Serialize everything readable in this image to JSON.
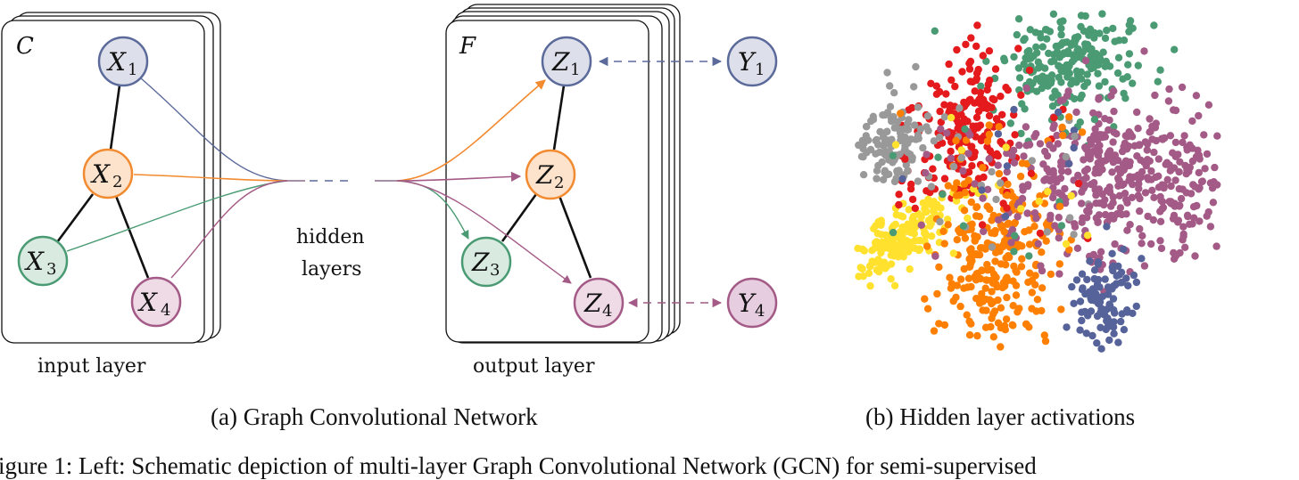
{
  "figure": {
    "input_panel": {
      "label": "C",
      "caption": "input layer",
      "nodes": [
        {
          "name": "X",
          "sub": "1",
          "color": "#5b6a9a",
          "fill": "#dde0ea"
        },
        {
          "name": "X",
          "sub": "2",
          "color": "#f28a30",
          "fill": "#fde3cc"
        },
        {
          "name": "X",
          "sub": "3",
          "color": "#4a9b73",
          "fill": "#d9ebe0"
        },
        {
          "name": "X",
          "sub": "4",
          "color": "#a45a86",
          "fill": "#eedbe6"
        }
      ]
    },
    "hidden": {
      "line1": "hidden",
      "line2": "layers"
    },
    "output_panel": {
      "label": "F",
      "caption": "output layer",
      "nodes": [
        {
          "name": "Z",
          "sub": "1",
          "color": "#5b6a9a",
          "fill": "#dde0ea"
        },
        {
          "name": "Z",
          "sub": "2",
          "color": "#f28a30",
          "fill": "#fde3cc"
        },
        {
          "name": "Z",
          "sub": "3",
          "color": "#4a9b73",
          "fill": "#d9ebe0"
        },
        {
          "name": "Z",
          "sub": "4",
          "color": "#a45a86",
          "fill": "#eedbe6"
        }
      ]
    },
    "labels": [
      {
        "name": "Y",
        "sub": "1",
        "color": "#5b6a9a",
        "fill": "#dde0ea"
      },
      {
        "name": "Y",
        "sub": "4",
        "color": "#a45a86",
        "fill": "#e6cde0"
      }
    ],
    "scatter": {
      "description": "t-SNE of hidden layer activations, 7 classes",
      "class_colors": [
        "#e41a1c",
        "#4a9b73",
        "#999999",
        "#ffe12e",
        "#ff7f00",
        "#a45a86",
        "#56629a"
      ]
    }
  },
  "captions": {
    "a": "(a) Graph Convolutional Network",
    "b": "(b) Hidden layer activations",
    "figure": "igure 1: Left: Schematic depiction of multi-layer Graph Convolutional Network (GCN) for semi-supervised"
  }
}
